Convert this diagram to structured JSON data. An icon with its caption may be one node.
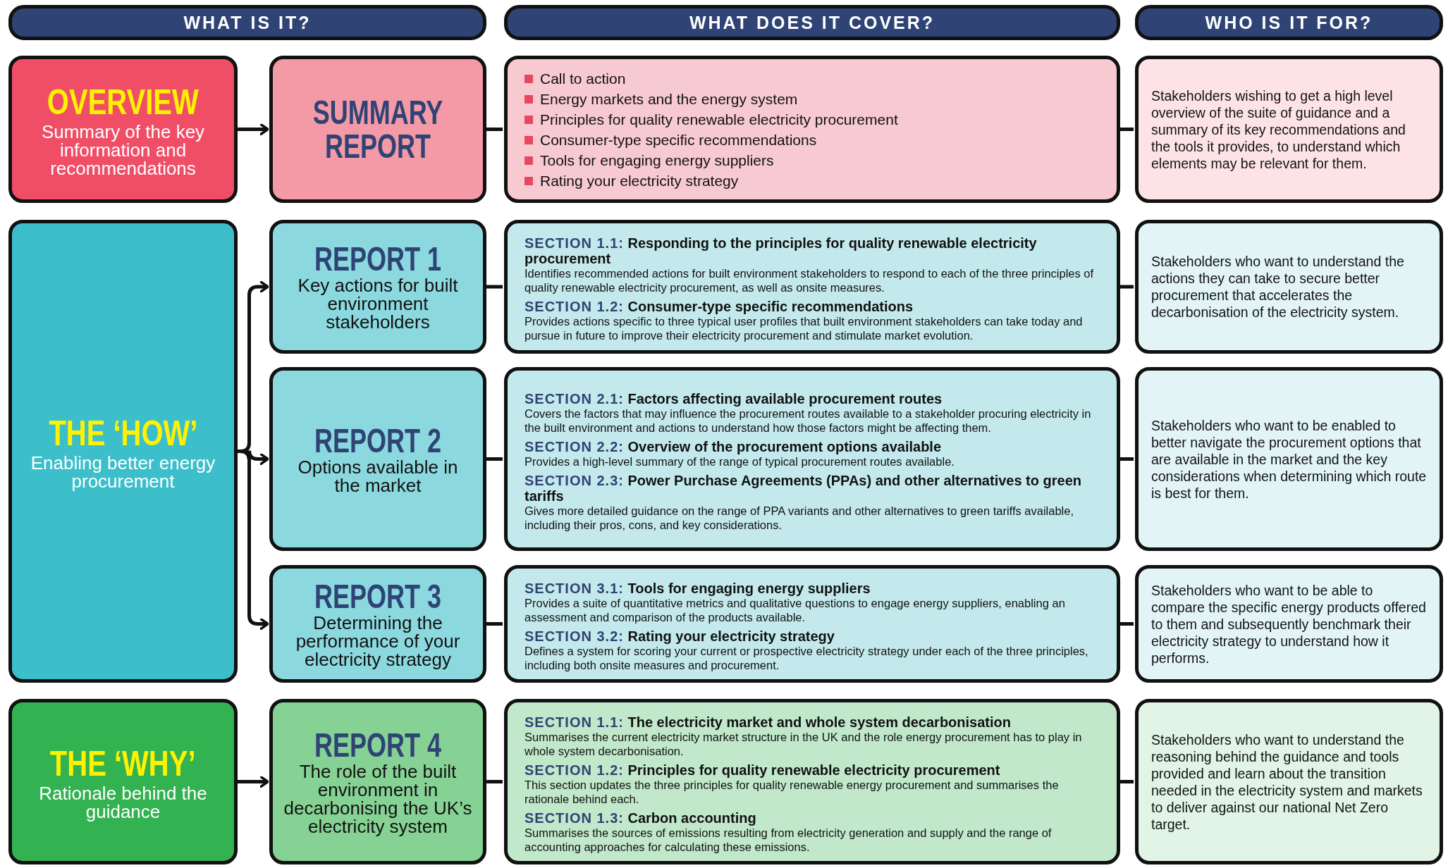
{
  "diagram": {
    "nodes": [
      {
        "text": [
          "WHAT IS IT?"
        ]
      },
      {
        "text": [
          "WHAT DOES IT COVER?"
        ]
      },
      {
        "text": [
          "WHO IS IT FOR?"
        ]
      },
      {
        "text": [
          "OVERVIEW",
          "Summary of the key information and recommendations"
        ]
      },
      {
        "text": [
          "SUMMARY REPORT"
        ]
      },
      {
        "text": [
          "Call to action",
          "Energy markets and the energy system",
          "Principles for quality renewable electricity procurement",
          "Consumer-type specific recommendations",
          "Tools for engaging energy suppliers",
          "Rating your electricity strategy"
        ]
      },
      {
        "text": [
          "Stakeholders wishing to get a high level overview of the suite of guidance and a summary of its key recommendations and the tools it provides, to understand which elements may be relevant for them."
        ]
      },
      {
        "text": [
          "THE ‘HOW’",
          "Enabling better energy procurement"
        ]
      },
      {
        "text": [
          "REPORT 1",
          "Key actions for built environment stakeholders"
        ]
      },
      {
        "text": [
          "SECTION 1.1: Responding to the principles for quality renewable electricity procurement",
          "Identifies recommended actions for built environment stakeholders to respond to each of the three principles of quality renewable electricity procurement, as well as onsite measures.",
          "SECTION 1.2: Consumer-type specific recommendations",
          "Provides actions specific to three typical user profiles that built environment stakeholders can take today and pursue in future to improve their electricity procurement and stimulate market evolution."
        ]
      },
      {
        "text": [
          "Stakeholders who want to understand the actions they can take to secure better procurement that accelerates the decarbonisation of the electricity system."
        ]
      },
      {
        "text": [
          "REPORT 2",
          "Options available in the market"
        ]
      },
      {
        "text": [
          "SECTION 2.1: Factors affecting available procurement routes",
          "Covers the factors that may influence the procurement routes available to a stakeholder procuring electricity in the built environment and actions to understand how those factors might be affecting them.",
          "SECTION 2.2: Overview of the procurement options available",
          "Provides a high-level summary of the range of typical procurement routes available.",
          "SECTION 2.3: Power Purchase Agreements (PPAs) and other alternatives to green tariffs",
          "Gives more detailed guidance on the range of PPA variants and other alternatives to green tariffs available, including their pros, cons, and key considerations."
        ]
      },
      {
        "text": [
          "Stakeholders who want to be enabled to better navigate the procurement options that are available in the market and the key considerations when determining which route is best for them."
        ]
      },
      {
        "text": [
          "REPORT 3",
          "Determining the performance of your electricity strategy"
        ]
      },
      {
        "text": [
          "SECTION 3.1: Tools for engaging energy suppliers",
          "Provides a suite of quantitative metrics and qualitative questions to engage energy suppliers, enabling an assessment and comparison of the products available.",
          "SECTION 3.2: Rating your electricity strategy",
          "Defines a system for scoring your current or prospective electricity strategy under each of the three principles, including both onsite measures and procurement."
        ]
      },
      {
        "text": [
          "Stakeholders who want to be able to compare the specific energy products offered to them and subsequently benchmark their electricity strategy to understand how it performs."
        ]
      },
      {
        "text": [
          "THE ‘WHY’",
          "Rationale behind the guidance"
        ]
      },
      {
        "text": [
          "REPORT 4",
          "The role of the built environment in decarbonising the UK’s electricity system"
        ]
      },
      {
        "text": [
          "SECTION 1.1: The electricity market and whole system decarbonisation",
          "Summarises the current electricity market structure in the UK and the role energy procurement has to play in whole system decarbonisation.",
          "SECTION 1.2: Principles for quality renewable electricity procurement",
          "This section updates the three principles for quality renewable energy procurement and summarises the rationale behind each.",
          "SECTION 1.3: Carbon accounting",
          "Summarises the sources of emissions resulting from electricity generation and supply and the range of accounting approaches for calculating these emissions."
        ]
      },
      {
        "text": [
          "Stakeholders who want to understand the reasoning behind the guidance and tools provided and learn about the transition needed in the electricity system and markets to deliver against our national Net Zero target."
        ]
      }
    ],
    "edges": [
      {
        "from": 3,
        "to": 4,
        "arrow": "to"
      },
      {
        "from": 4,
        "to": 5,
        "arrow": "none"
      },
      {
        "from": 5,
        "to": 6,
        "arrow": "none"
      },
      {
        "from": 7,
        "to": 8,
        "arrow": "to"
      },
      {
        "from": 7,
        "to": 11,
        "arrow": "to"
      },
      {
        "from": 7,
        "to": 14,
        "arrow": "to"
      },
      {
        "from": 8,
        "to": 9,
        "arrow": "none"
      },
      {
        "from": 9,
        "to": 10,
        "arrow": "none"
      },
      {
        "from": 11,
        "to": 12,
        "arrow": "none"
      },
      {
        "from": 12,
        "to": 13,
        "arrow": "none"
      },
      {
        "from": 14,
        "to": 15,
        "arrow": "none"
      },
      {
        "from": 15,
        "to": 16,
        "arrow": "none"
      },
      {
        "from": 17,
        "to": 18,
        "arrow": "to"
      },
      {
        "from": 18,
        "to": 19,
        "arrow": "none"
      },
      {
        "from": 19,
        "to": 20,
        "arrow": "none"
      }
    ]
  }
}
